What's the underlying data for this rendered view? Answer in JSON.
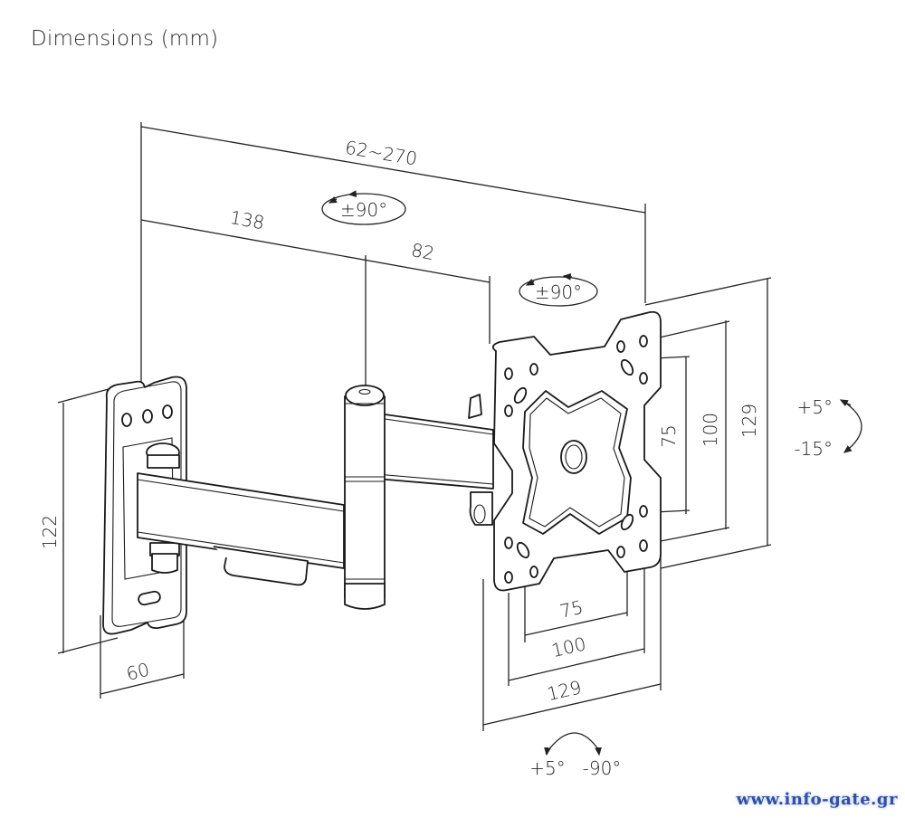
{
  "title": "Dimensions (mm)",
  "dimensions": {
    "arm_extension": "62~270",
    "arm_segment_1": "138",
    "arm_segment_2": "82",
    "wall_plate_height": "122",
    "wall_plate_width": "60",
    "vesa_vertical": [
      "75",
      "100",
      "129"
    ],
    "vesa_horizontal": [
      "75",
      "100",
      "129"
    ]
  },
  "rotations": {
    "arm_swivel": "±90°",
    "plate_rotation": "±90°",
    "tilt_up": "+5°",
    "tilt_down": "-15°",
    "swivel_left": "+5°",
    "swivel_right": "-90°"
  },
  "watermark": "www.info-gate.gr"
}
